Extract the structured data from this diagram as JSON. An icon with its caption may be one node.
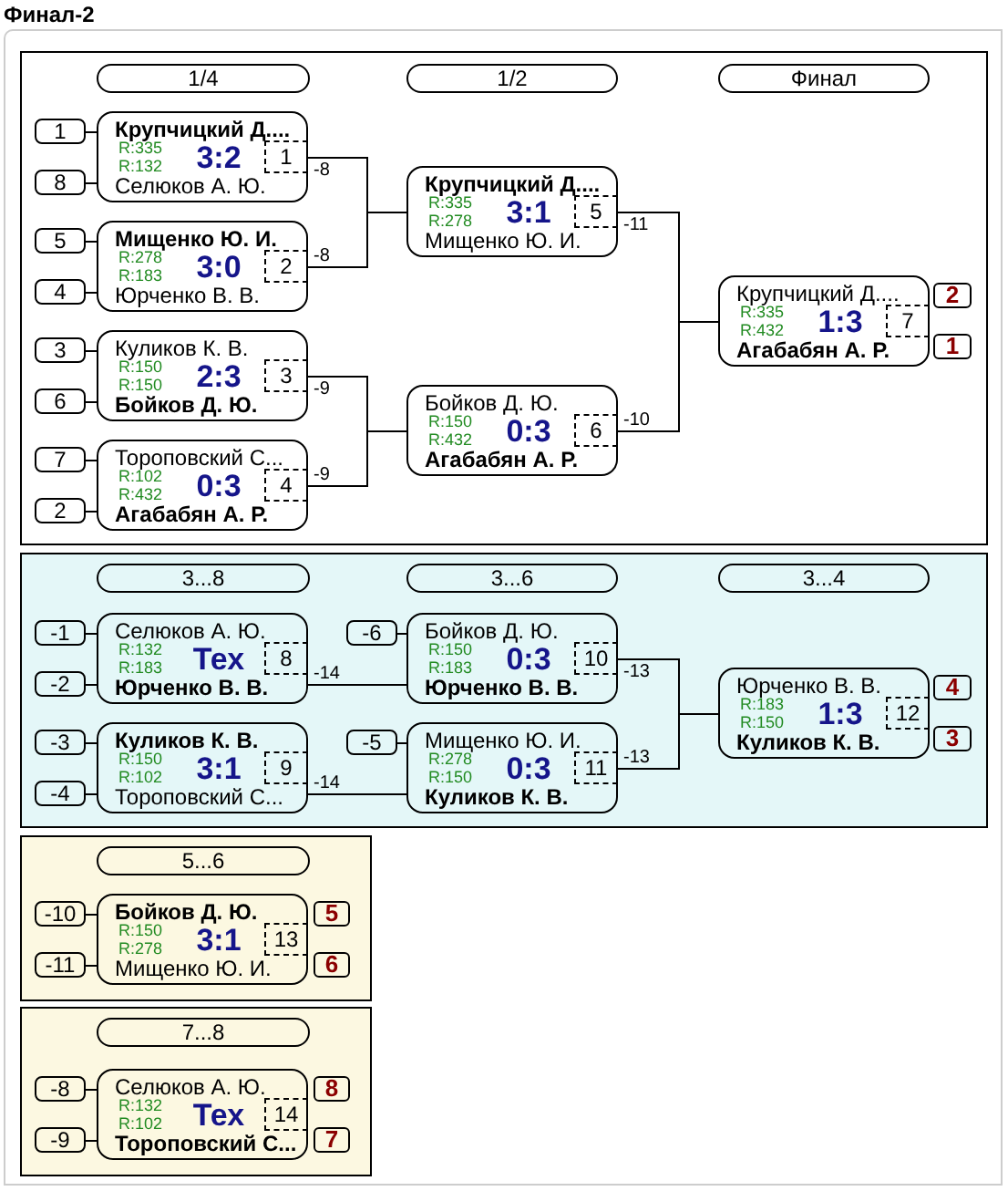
{
  "diagram": {
    "title": "Финал-2",
    "nodes": [
      {
        "text": [],
        "shape": "box"
      },
      {
        "text": [
          "1/4"
        ],
        "in": 0
      },
      {
        "text": [
          "1/2"
        ],
        "in": 0
      },
      {
        "text": [
          "Финал"
        ],
        "in": 0
      },
      {
        "text": [
          "1"
        ],
        "in": 0
      },
      {
        "text": [
          "8"
        ],
        "in": 0
      },
      {
        "text": [
          "Крупчицкий Д....",
          "R:335",
          "R:132",
          "3:2",
          "Селюков А. Ю."
        ],
        "in": 0
      },
      {
        "text": [
          "1"
        ],
        "in": 6
      },
      {
        "text": [
          "5"
        ],
        "in": 0
      },
      {
        "text": [
          "4"
        ],
        "in": 0
      },
      {
        "text": [
          "Мищенко Ю. И.",
          "R:278",
          "R:183",
          "3:0",
          "Юрченко В. В."
        ],
        "in": 0
      },
      {
        "text": [
          "2"
        ],
        "in": 10
      },
      {
        "text": [
          "3"
        ],
        "in": 0
      },
      {
        "text": [
          "6"
        ],
        "in": 0
      },
      {
        "text": [
          "Куликов К. В.",
          "R:150",
          "R:150",
          "2:3",
          "Бойков Д. Ю."
        ],
        "in": 0
      },
      {
        "text": [
          "3"
        ],
        "in": 14
      },
      {
        "text": [
          "7"
        ],
        "in": 0
      },
      {
        "text": [
          "2"
        ],
        "in": 0
      },
      {
        "text": [
          "Тороповский С...",
          "R:102",
          "R:432",
          "0:3",
          "Агабабян А. Р."
        ],
        "in": 0
      },
      {
        "text": [
          "4"
        ],
        "in": 18
      },
      {
        "text": [
          "Крупчицкий Д....",
          "R:335",
          "R:278",
          "3:1",
          "Мищенко Ю. И."
        ],
        "in": 0
      },
      {
        "text": [
          "5"
        ],
        "in": 20
      },
      {
        "text": [
          "Бойков Д. Ю.",
          "R:150",
          "R:432",
          "0:3",
          "Агабабян А. Р."
        ],
        "in": 0
      },
      {
        "text": [
          "6"
        ],
        "in": 22
      },
      {
        "text": [
          "Крупчицкий Д....",
          "R:335",
          "R:432",
          "1:3",
          "Агабабян А. Р."
        ],
        "in": 0
      },
      {
        "text": [
          "7"
        ],
        "in": 24
      },
      {
        "text": [
          "2"
        ],
        "in": 0
      },
      {
        "text": [
          "1"
        ],
        "in": 0
      },
      {
        "text": [],
        "shape": "box"
      },
      {
        "text": [
          "3...8"
        ],
        "in": 28
      },
      {
        "text": [
          "3...6"
        ],
        "in": 28
      },
      {
        "text": [
          "3...4"
        ],
        "in": 28
      },
      {
        "text": [
          "-1"
        ],
        "in": 28
      },
      {
        "text": [
          "-2"
        ],
        "in": 28
      },
      {
        "text": [
          "Селюков А. Ю.",
          "R:132",
          "R:183",
          "Тех",
          "Юрченко В. В."
        ],
        "in": 28
      },
      {
        "text": [
          "8"
        ],
        "in": 34
      },
      {
        "text": [
          "-3"
        ],
        "in": 28
      },
      {
        "text": [
          "-4"
        ],
        "in": 28
      },
      {
        "text": [
          "Куликов К. В.",
          "R:150",
          "R:102",
          "3:1",
          "Тороповский С..."
        ],
        "in": 28
      },
      {
        "text": [
          "9"
        ],
        "in": 38
      },
      {
        "text": [
          "-6"
        ],
        "in": 28
      },
      {
        "text": [
          "Бойков Д. Ю.",
          "R:150",
          "R:183",
          "0:3",
          "Юрченко В. В."
        ],
        "in": 28
      },
      {
        "text": [
          "10"
        ],
        "in": 41
      },
      {
        "text": [
          "-5"
        ],
        "in": 28
      },
      {
        "text": [
          "Мищенко Ю. И.",
          "R:278",
          "R:150",
          "0:3",
          "Куликов К. В."
        ],
        "in": 28
      },
      {
        "text": [
          "11"
        ],
        "in": 44
      },
      {
        "text": [
          "Юрченко В. В.",
          "R:183",
          "R:150",
          "1:3",
          "Куликов К. В."
        ],
        "in": 28
      },
      {
        "text": [
          "12"
        ],
        "in": 46
      },
      {
        "text": [
          "4"
        ],
        "in": 28
      },
      {
        "text": [
          "3"
        ],
        "in": 28
      },
      {
        "text": [],
        "shape": "box"
      },
      {
        "text": [
          "5...6"
        ],
        "in": 50
      },
      {
        "text": [
          "-10"
        ],
        "in": 50
      },
      {
        "text": [
          "-11"
        ],
        "in": 50
      },
      {
        "text": [
          "Бойков Д. Ю.",
          "R:150",
          "R:278",
          "3:1",
          "Мищенко Ю. И."
        ],
        "in": 50
      },
      {
        "text": [
          "13"
        ],
        "in": 54
      },
      {
        "text": [
          "5"
        ],
        "in": 50
      },
      {
        "text": [
          "6"
        ],
        "in": 50
      },
      {
        "text": [],
        "shape": "box"
      },
      {
        "text": [
          "7...8"
        ],
        "in": 58
      },
      {
        "text": [
          "-8"
        ],
        "in": 58
      },
      {
        "text": [
          "-9"
        ],
        "in": 58
      },
      {
        "text": [
          "Селюков А. Ю.",
          "R:132",
          "R:102",
          "Тех",
          "Тороповский С..."
        ],
        "in": 58
      },
      {
        "text": [
          "14"
        ],
        "in": 62
      },
      {
        "text": [
          "8"
        ],
        "in": 58
      },
      {
        "text": [
          "7"
        ],
        "in": 58
      }
    ],
    "edges": [
      {
        "from": 4,
        "to": 6,
        "arrow": "none"
      },
      {
        "from": 5,
        "to": 6,
        "arrow": "none"
      },
      {
        "from": 8,
        "to": 10,
        "arrow": "none"
      },
      {
        "from": 9,
        "to": 10,
        "arrow": "none"
      },
      {
        "from": 12,
        "to": 14,
        "arrow": "none"
      },
      {
        "from": 13,
        "to": 14,
        "arrow": "none"
      },
      {
        "from": 16,
        "to": 18,
        "arrow": "none"
      },
      {
        "from": 17,
        "to": 18,
        "arrow": "none"
      },
      {
        "from": 6,
        "to": 20,
        "arrow": "none",
        "label": "-8"
      },
      {
        "from": 10,
        "to": 20,
        "arrow": "none",
        "label": "-8"
      },
      {
        "from": 14,
        "to": 22,
        "arrow": "none",
        "label": "-9"
      },
      {
        "from": 18,
        "to": 22,
        "arrow": "none",
        "label": "-9"
      },
      {
        "from": 20,
        "to": 24,
        "arrow": "none",
        "label": "-11"
      },
      {
        "from": 22,
        "to": 24,
        "arrow": "none",
        "label": "-10"
      },
      {
        "from": 32,
        "to": 34,
        "arrow": "none"
      },
      {
        "from": 33,
        "to": 34,
        "arrow": "none"
      },
      {
        "from": 36,
        "to": 38,
        "arrow": "none"
      },
      {
        "from": 37,
        "to": 38,
        "arrow": "none"
      },
      {
        "from": 40,
        "to": 41,
        "arrow": "none"
      },
      {
        "from": 43,
        "to": 44,
        "arrow": "none"
      },
      {
        "from": 34,
        "to": 41,
        "arrow": "none",
        "label": "-14"
      },
      {
        "from": 38,
        "to": 44,
        "arrow": "none",
        "label": "-14"
      },
      {
        "from": 41,
        "to": 46,
        "arrow": "none",
        "label": "-13"
      },
      {
        "from": 44,
        "to": 46,
        "arrow": "none",
        "label": "-13"
      },
      {
        "from": 52,
        "to": 54,
        "arrow": "none"
      },
      {
        "from": 53,
        "to": 54,
        "arrow": "none"
      },
      {
        "from": 60,
        "to": 62,
        "arrow": "none"
      },
      {
        "from": 61,
        "to": 62,
        "arrow": "none"
      }
    ]
  }
}
